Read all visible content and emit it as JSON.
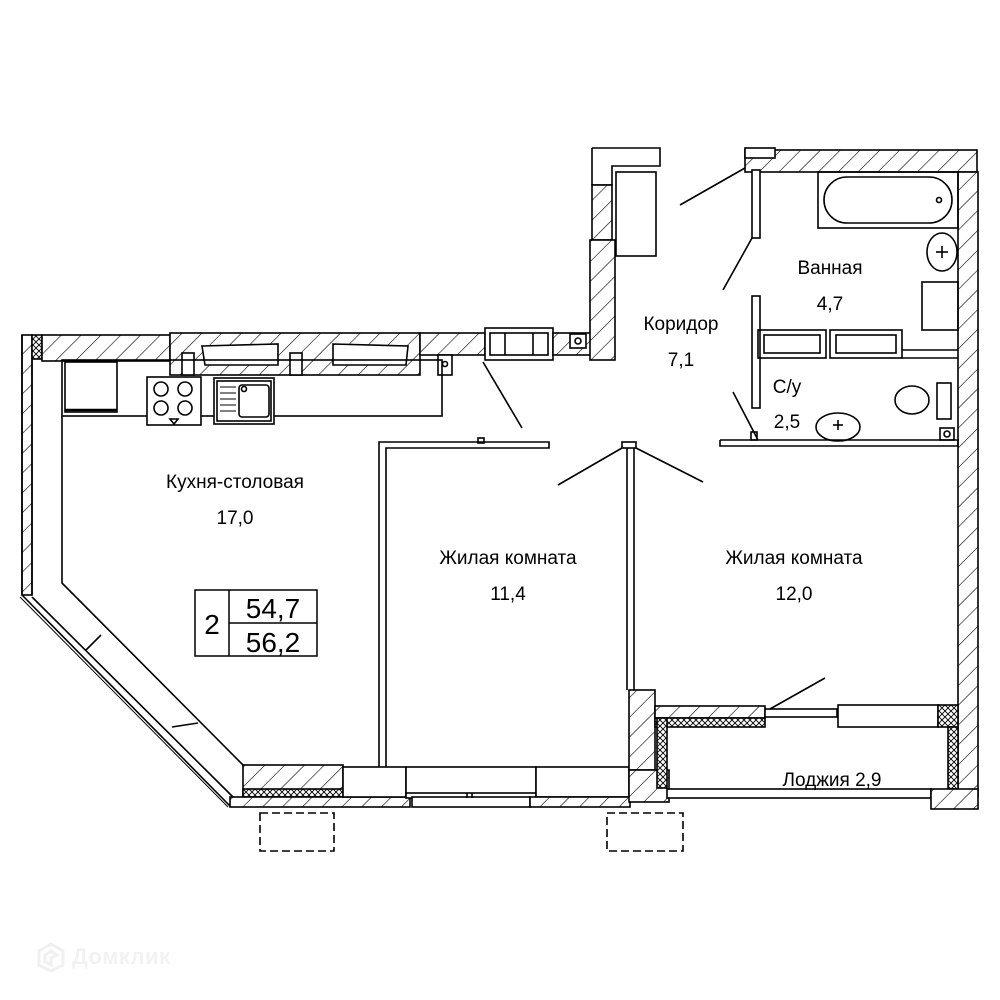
{
  "plan": {
    "rooms_count": "2",
    "living_area": "54,7",
    "total_area": "56,2",
    "rooms": [
      {
        "name": "Кухня-столовая",
        "area": "17,0"
      },
      {
        "name": "Жилая комната",
        "area": "11,4"
      },
      {
        "name": "Жилая комната",
        "area": "12,0"
      },
      {
        "name": "Коридор",
        "area": "7,1"
      },
      {
        "name": "Ванная",
        "area": "4,7"
      },
      {
        "name": "С/у",
        "area": "2,5"
      },
      {
        "name": "Лоджия 2,9",
        "area": ""
      }
    ]
  },
  "watermark": {
    "text": "Домклик",
    "icon": "house-logo-icon"
  },
  "colors": {
    "line": "#000000",
    "background": "#ffffff",
    "watermark": "#f2f2f2"
  }
}
